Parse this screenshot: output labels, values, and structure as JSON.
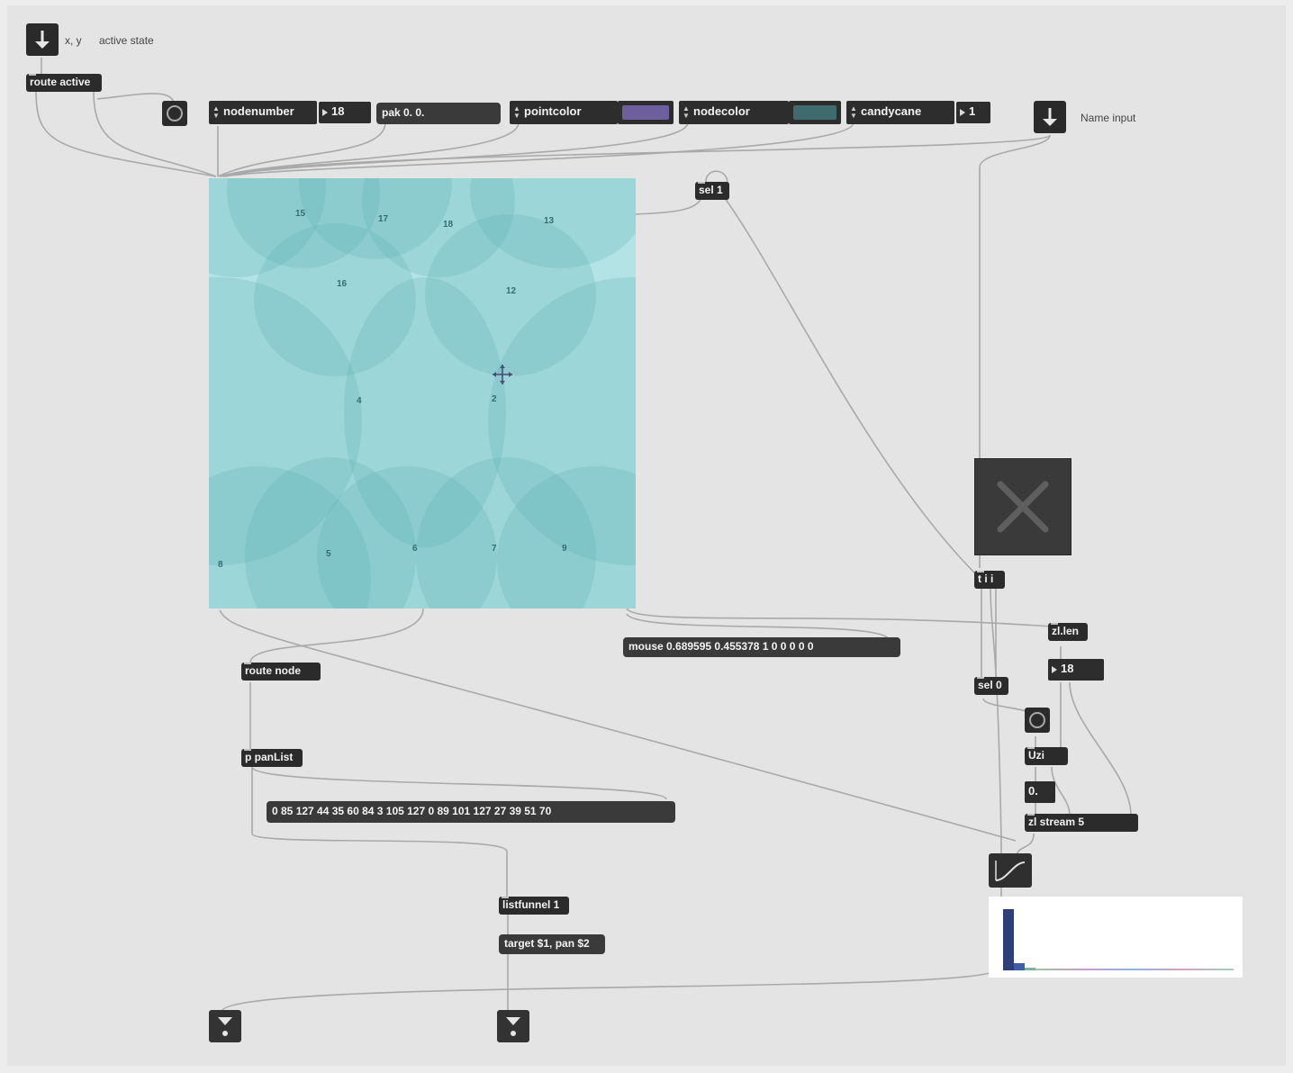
{
  "colors": {
    "patch_bg": "#e4e4e4",
    "object_bg": "#2b2b2b",
    "nodes_bg": "#b3e3e4",
    "node_fill": "#4fa9ae",
    "pointcolor": "#6d5f9e",
    "nodecolor": "#3f6b6f",
    "cord": "#a9a9a9"
  },
  "inlets": {
    "xy_comment": "x, y",
    "active_comment": "active state",
    "name_comment": "Name input"
  },
  "objects": {
    "route_active": "route active",
    "sel_1": "sel 1",
    "t_i_i": "t i i",
    "zl_len": "zl.len",
    "sel_0": "sel 0",
    "uzi": "Uzi",
    "zl_stream": "zl stream 5",
    "route_node": "route node",
    "p_panlist": "p panList",
    "listfunnel": "listfunnel 1"
  },
  "ui": {
    "nodenumber_menu": "nodenumber",
    "nodenumber_value": "18",
    "pak_message": "pak 0. 0.",
    "pointcolor_menu": "pointcolor",
    "nodecolor_menu": "nodecolor",
    "candycane_menu": "candycane",
    "candycane_value": "1",
    "zl_len_number": "18",
    "float_number": "0."
  },
  "messages": {
    "mouse": "mouse 0.689595 0.455378 1 0 0 0 0 0",
    "panlist_values": "0 85 127 44 35 60 84 3 105 127 0 89 101 127 27 39 51 70",
    "target_pan": "target $1, pan $2"
  },
  "nodes": {
    "node_labels": [
      "15",
      "17",
      "18",
      "13",
      "16",
      "12",
      "4",
      "2",
      "5",
      "6",
      "7",
      "9",
      "8"
    ]
  },
  "multislider": {
    "values": [
      0.85,
      0.1,
      0.03,
      0.02,
      0.02
    ]
  }
}
